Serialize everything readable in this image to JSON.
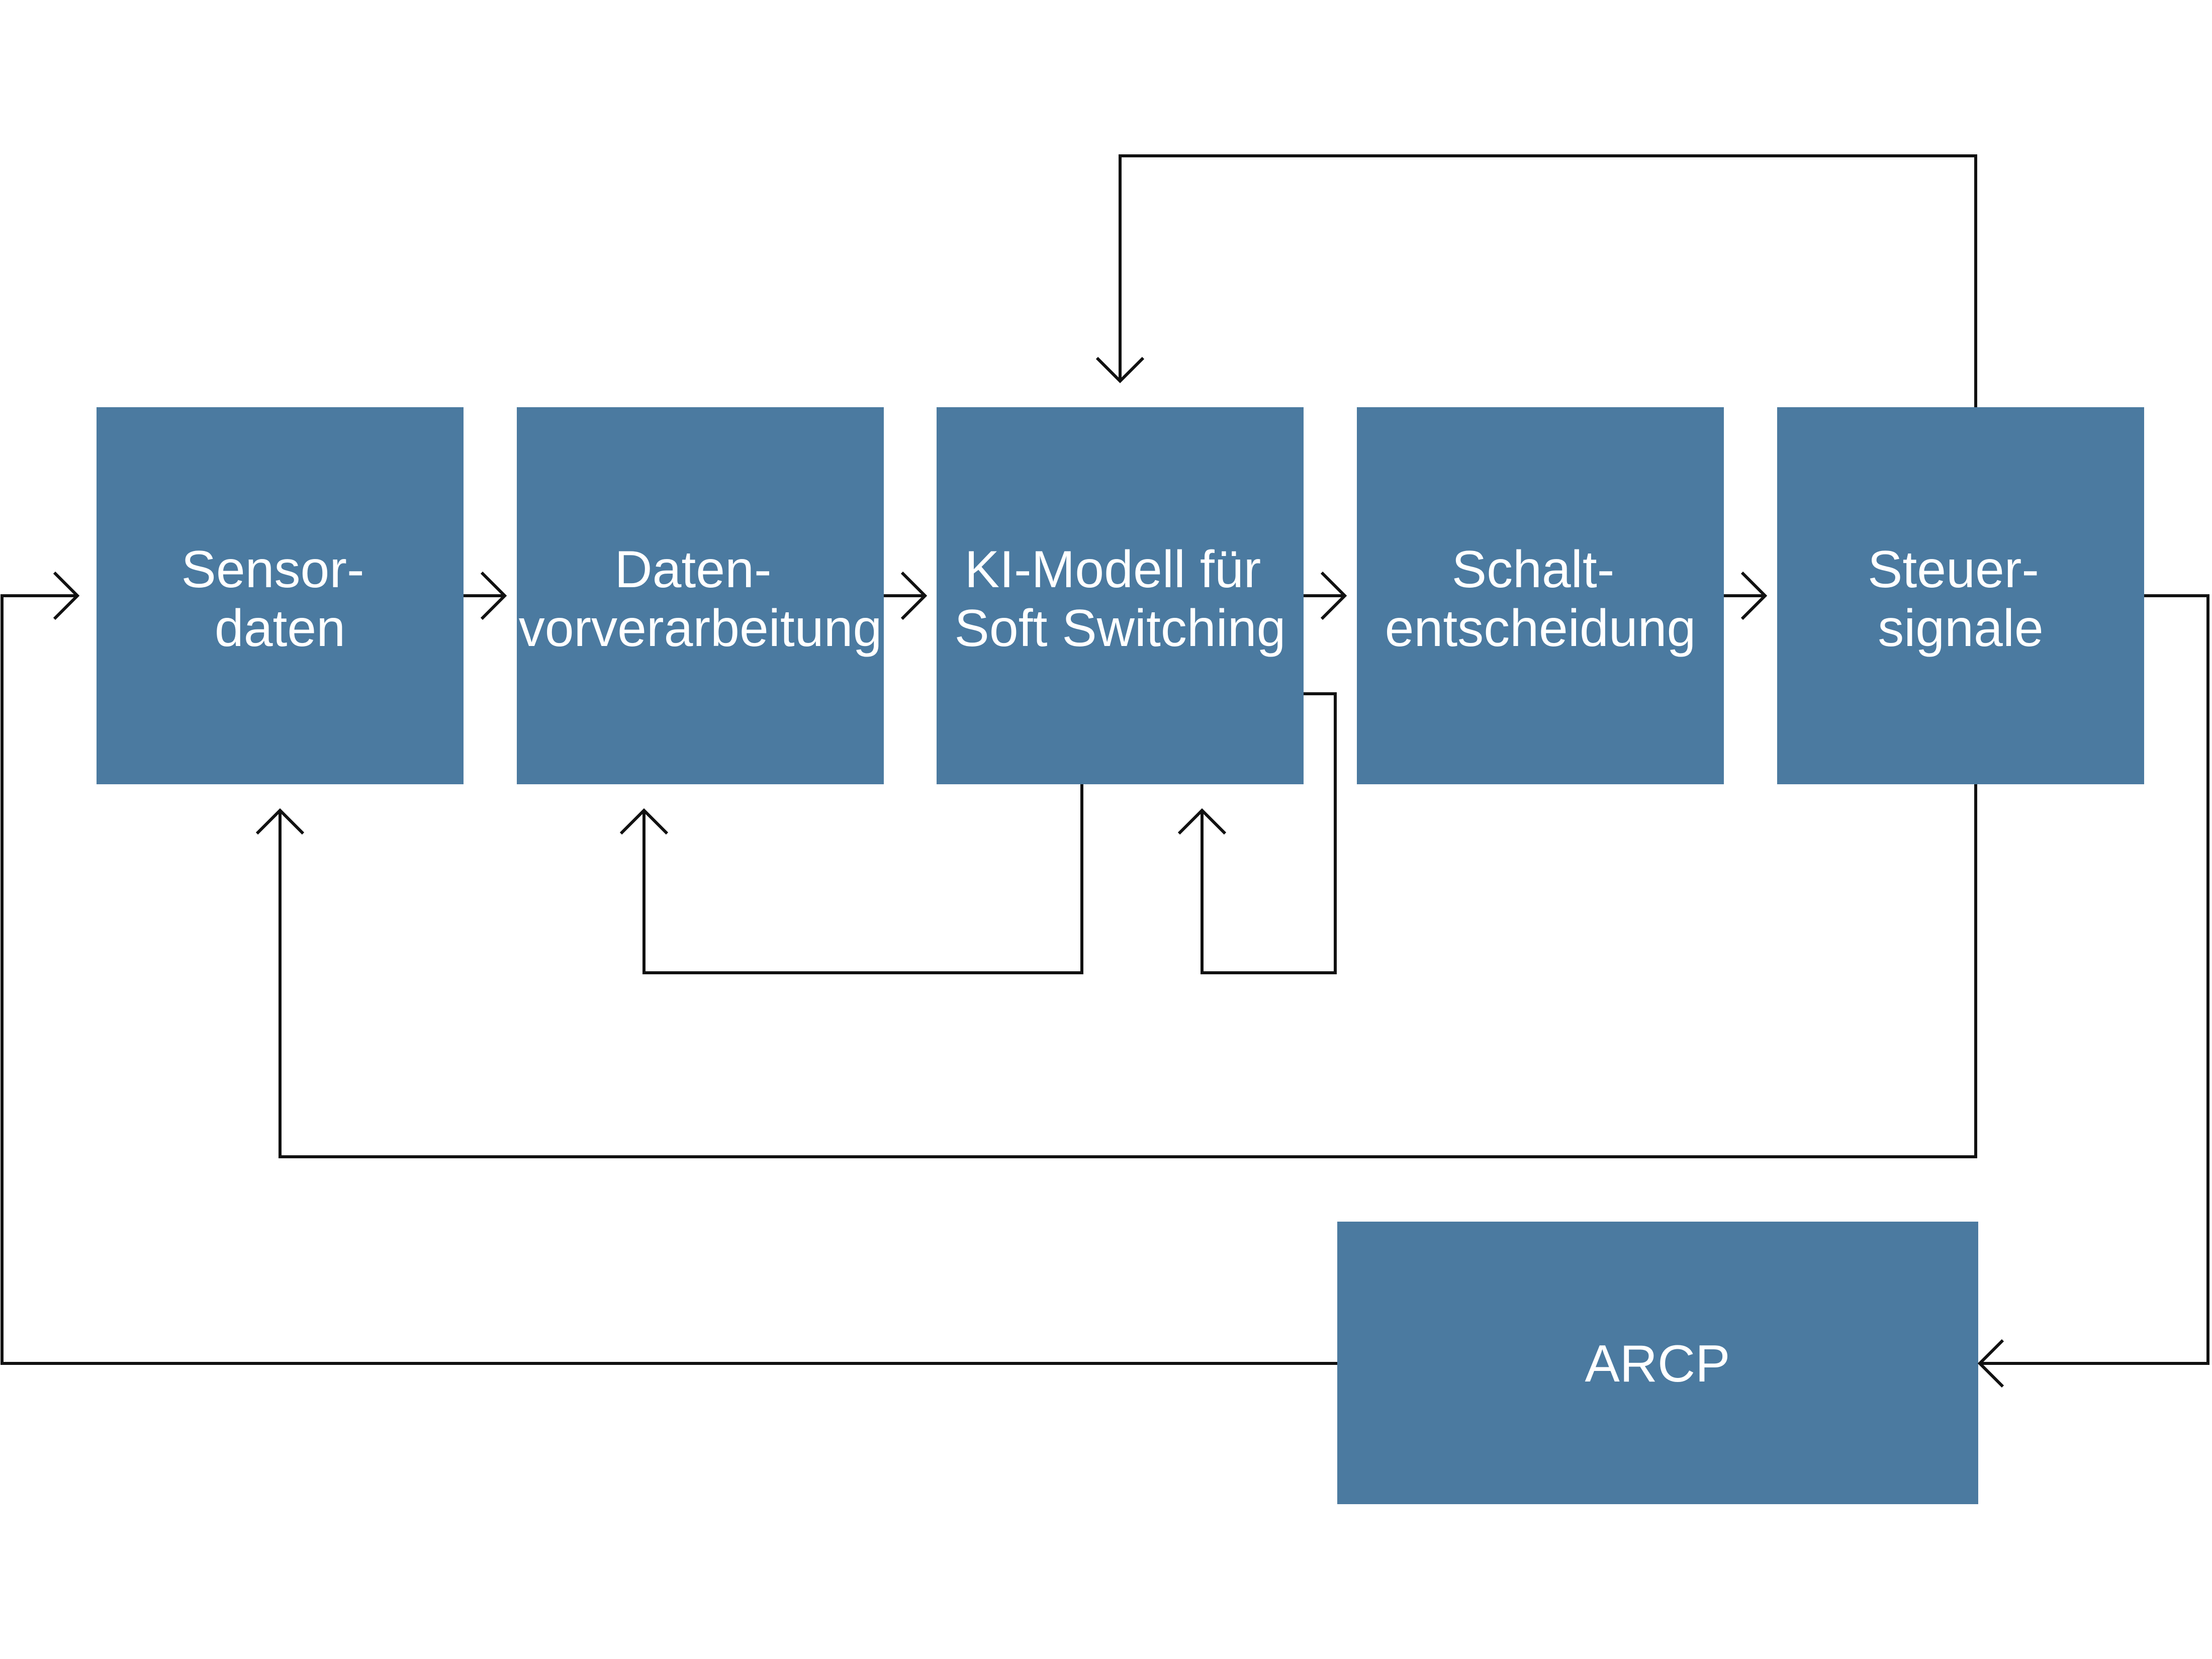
{
  "colors": {
    "box_fill": "#4b7aa0",
    "box_text": "#ffffff",
    "line": "#111111",
    "background": "#ffffff"
  },
  "nodes": {
    "sensordaten": [
      "Sensor-",
      "daten"
    ],
    "datenvorverarbeitung": [
      "Daten-",
      "vorverarbeitung"
    ],
    "ki_modell": [
      "KI-Modell für",
      "Soft Switching"
    ],
    "schaltentscheidung": [
      "Schalt-",
      "entscheidung"
    ],
    "steuersignale": [
      "Steuer-",
      "signale"
    ],
    "arcp": [
      "ARCP"
    ]
  },
  "edges": [
    {
      "from": "sensordaten",
      "to": "datenvorverarbeitung"
    },
    {
      "from": "datenvorverarbeitung",
      "to": "ki_modell"
    },
    {
      "from": "ki_modell",
      "to": "schaltentscheidung"
    },
    {
      "from": "schaltentscheidung",
      "to": "steuersignale"
    },
    {
      "from": "steuersignale",
      "to": "ki_modell"
    },
    {
      "from": "ki_modell",
      "to": "datenvorverarbeitung"
    },
    {
      "from": "ki_modell",
      "to": "ki_modell"
    },
    {
      "from": "steuersignale",
      "to": "sensordaten"
    },
    {
      "from": "steuersignale",
      "to": "arcp"
    },
    {
      "from": "arcp",
      "to": "sensordaten"
    }
  ]
}
